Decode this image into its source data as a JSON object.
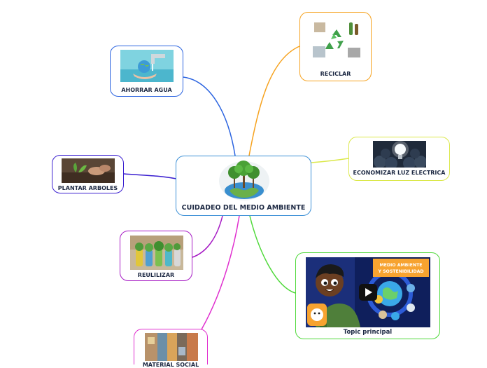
{
  "mindmap": {
    "root": {
      "label": "CUIDADEO DEL MEDIO AMBIENTE",
      "color": "#3b8fd6"
    },
    "topics": [
      {
        "id": "ahorrar-agua",
        "label": "AHORRAR AGUA",
        "color": "#2a63e0",
        "image": "water-hands-icon"
      },
      {
        "id": "plantar-arboles",
        "label": "PLANTAR ARBOLES",
        "color": "#3a1fd0",
        "image": "planting-tree-icon"
      },
      {
        "id": "reulilizar",
        "label": "REULILIZAR",
        "color": "#a619c4",
        "image": "boot-planters-icon"
      },
      {
        "id": "material-social",
        "label": "MATERIAL SOCIAL",
        "color": "#e02fcf",
        "image": "materials-photo-icon"
      },
      {
        "id": "reciclar",
        "label": "RECICLAR",
        "color": "#f6a21e",
        "image": "recycle-icon"
      },
      {
        "id": "economizar-luz",
        "label": "ECONOMIZAR LUZ ELECTRICA",
        "color": "#dbe84a",
        "image": "lightbulb-icon"
      },
      {
        "id": "topic-principal",
        "label": "Topic principal",
        "color": "#4fd93a",
        "image": "video-thumbnail-icon",
        "video_title_line1": "MEDIO AMBIENTE",
        "video_title_line2": "Y SOSTENIBILIDAD"
      }
    ]
  }
}
